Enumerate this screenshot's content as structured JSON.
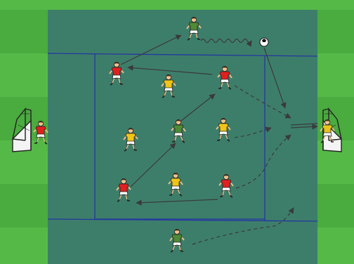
{
  "diagram": {
    "type": "football-training-drill",
    "colors": {
      "pitch_light": "#55b948",
      "pitch_dark": "#4aab3e",
      "zone": "#3d7e6a",
      "lines": "#2437a0",
      "arrows": "#3a3a3a",
      "team_red": "#e02020",
      "team_yellow": "#f0c419",
      "neutral_green": "#4f8a35",
      "goalkeeper_shirt": "#e02020",
      "goalkeeper_shirt_right": "#e6c41e",
      "skin": "#f2c28c",
      "shorts_white": "#ffffff"
    },
    "players": [
      {
        "team": "neutral",
        "label": "neutral-player-top"
      },
      {
        "team": "red",
        "label": "red-player-top-left"
      },
      {
        "team": "red",
        "label": "red-player-top-right"
      },
      {
        "team": "yellow",
        "label": "yellow-player-top-center"
      },
      {
        "team": "yellow",
        "label": "yellow-player-mid-left"
      },
      {
        "team": "neutral",
        "label": "neutral-player-center"
      },
      {
        "team": "yellow",
        "label": "yellow-player-mid-right"
      },
      {
        "team": "red",
        "label": "red-player-bottom-left"
      },
      {
        "team": "yellow",
        "label": "yellow-player-bottom-center"
      },
      {
        "team": "red",
        "label": "red-player-bottom-right"
      },
      {
        "team": "neutral",
        "label": "neutral-player-bottom"
      },
      {
        "team": "goalkeeper",
        "label": "goalkeeper-left"
      },
      {
        "team": "goalkeeper",
        "label": "goalkeeper-right"
      }
    ],
    "goals": [
      "goal-left",
      "goal-right"
    ],
    "ball": "ball-icon"
  }
}
